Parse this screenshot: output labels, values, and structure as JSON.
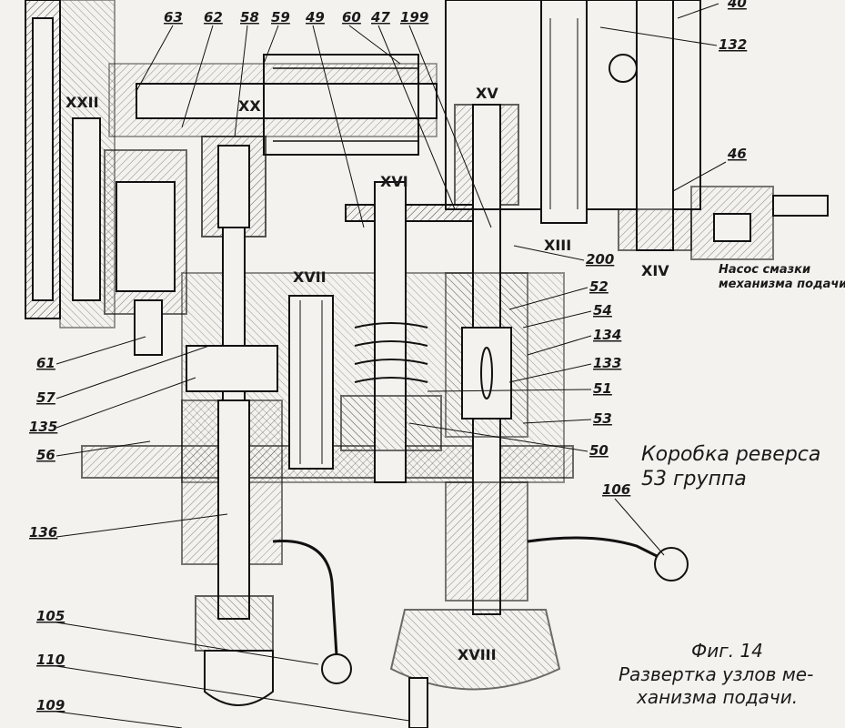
{
  "title": {
    "figure": "Фиг. 14",
    "line1": "Развертка узлов ме-",
    "line2": "ханизма подачи."
  },
  "group_label": {
    "line1": "Коробка реверса",
    "line2": "53 группа"
  },
  "pump_note": {
    "line1": "Насос смазки",
    "line2": "механизма подачи."
  },
  "shafts": [
    "XXII",
    "XX",
    "XVI",
    "XV",
    "XVII",
    "XIII",
    "XIV",
    "XVIII"
  ],
  "callouts": {
    "top_row": [
      "63",
      "62",
      "58",
      "59",
      "49",
      "60",
      "47",
      "199"
    ],
    "right": [
      "40",
      "132",
      "46",
      "200",
      "52",
      "54",
      "134",
      "133",
      "51",
      "53",
      "50",
      "106"
    ],
    "left": [
      "61",
      "57",
      "135",
      "56",
      "136",
      "105",
      "110",
      "109"
    ]
  }
}
